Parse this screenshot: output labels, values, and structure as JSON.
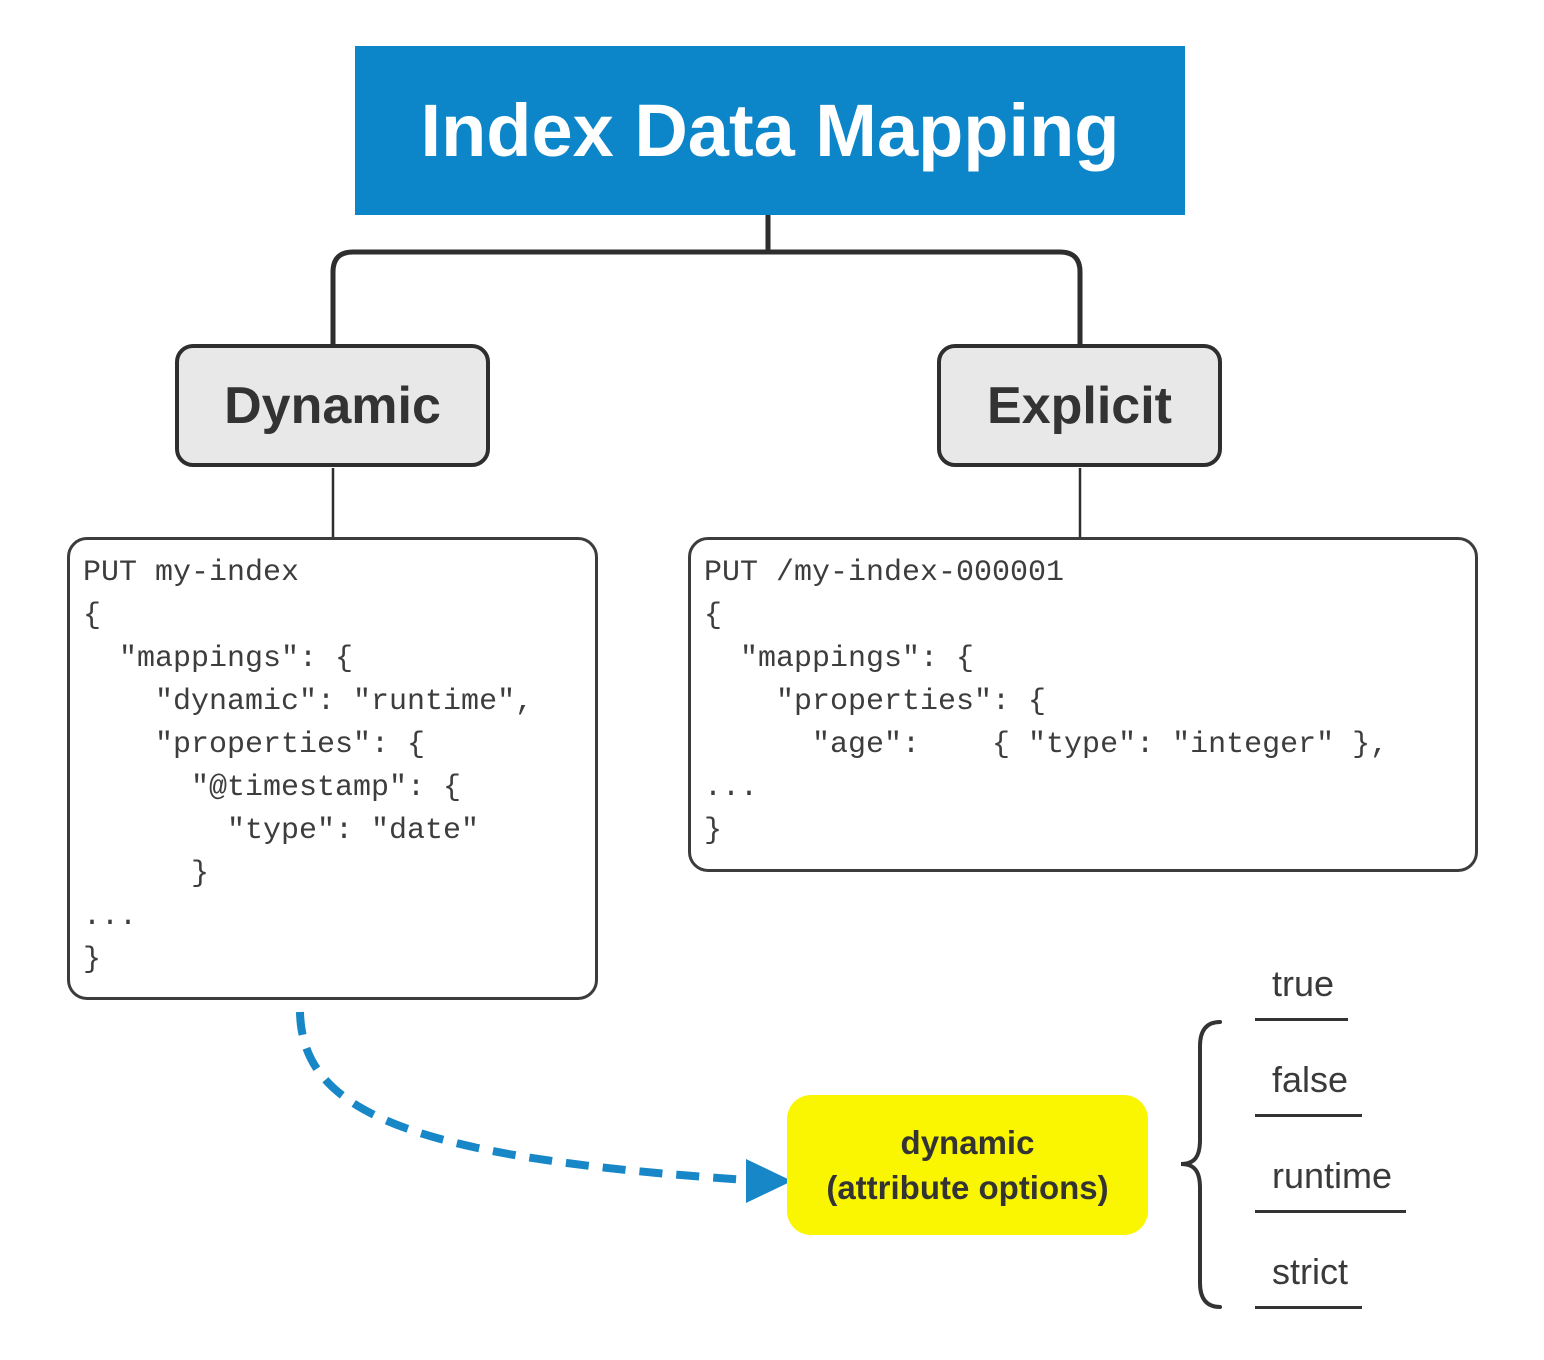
{
  "title": "Index Data Mapping",
  "nodes": {
    "dynamic": {
      "label": "Dynamic"
    },
    "explicit": {
      "label": "Explicit"
    }
  },
  "code_dynamic": {
    "text": "PUT my-index\n{\n  \"mappings\": {\n    \"dynamic\": \"runtime\",\n    \"properties\": {\n      \"@timestamp\": {\n        \"type\": \"date\"\n      }\n...\n}"
  },
  "code_explicit": {
    "text": "PUT /my-index-000001\n{\n  \"mappings\": {\n    \"properties\": {\n      \"age\":    { \"type\": \"integer\" },\n...\n}"
  },
  "callout": {
    "line1": "dynamic",
    "line2": "(attribute options)"
  },
  "options": [
    "true",
    "false",
    "runtime",
    "strict"
  ],
  "colors": {
    "header_blue": "#0d86c9",
    "arrow_blue": "#1787c8",
    "callout_yellow": "#faf500",
    "node_gray": "#e9e8e8",
    "line_dark": "#2e2e2e",
    "code_text": "#3d3d3d"
  }
}
